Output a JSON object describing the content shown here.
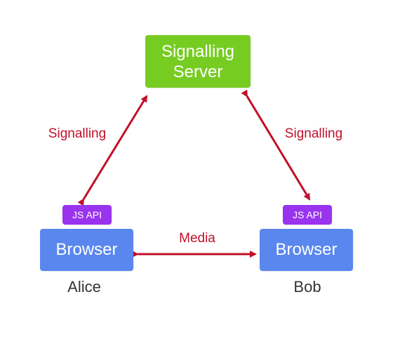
{
  "server": {
    "line1": "Signalling",
    "line2": "Server"
  },
  "alice": {
    "browser_label": "Browser",
    "api_label": "JS API",
    "name": "Alice"
  },
  "bob": {
    "browser_label": "Browser",
    "api_label": "JS API",
    "name": "Bob"
  },
  "edges": {
    "signalling_left": "Signalling",
    "signalling_right": "Signalling",
    "media": "Media"
  },
  "colors": {
    "server": "#77cc22",
    "browser": "#5a87ee",
    "api": "#9933ee",
    "arrow": "#c0102a"
  }
}
